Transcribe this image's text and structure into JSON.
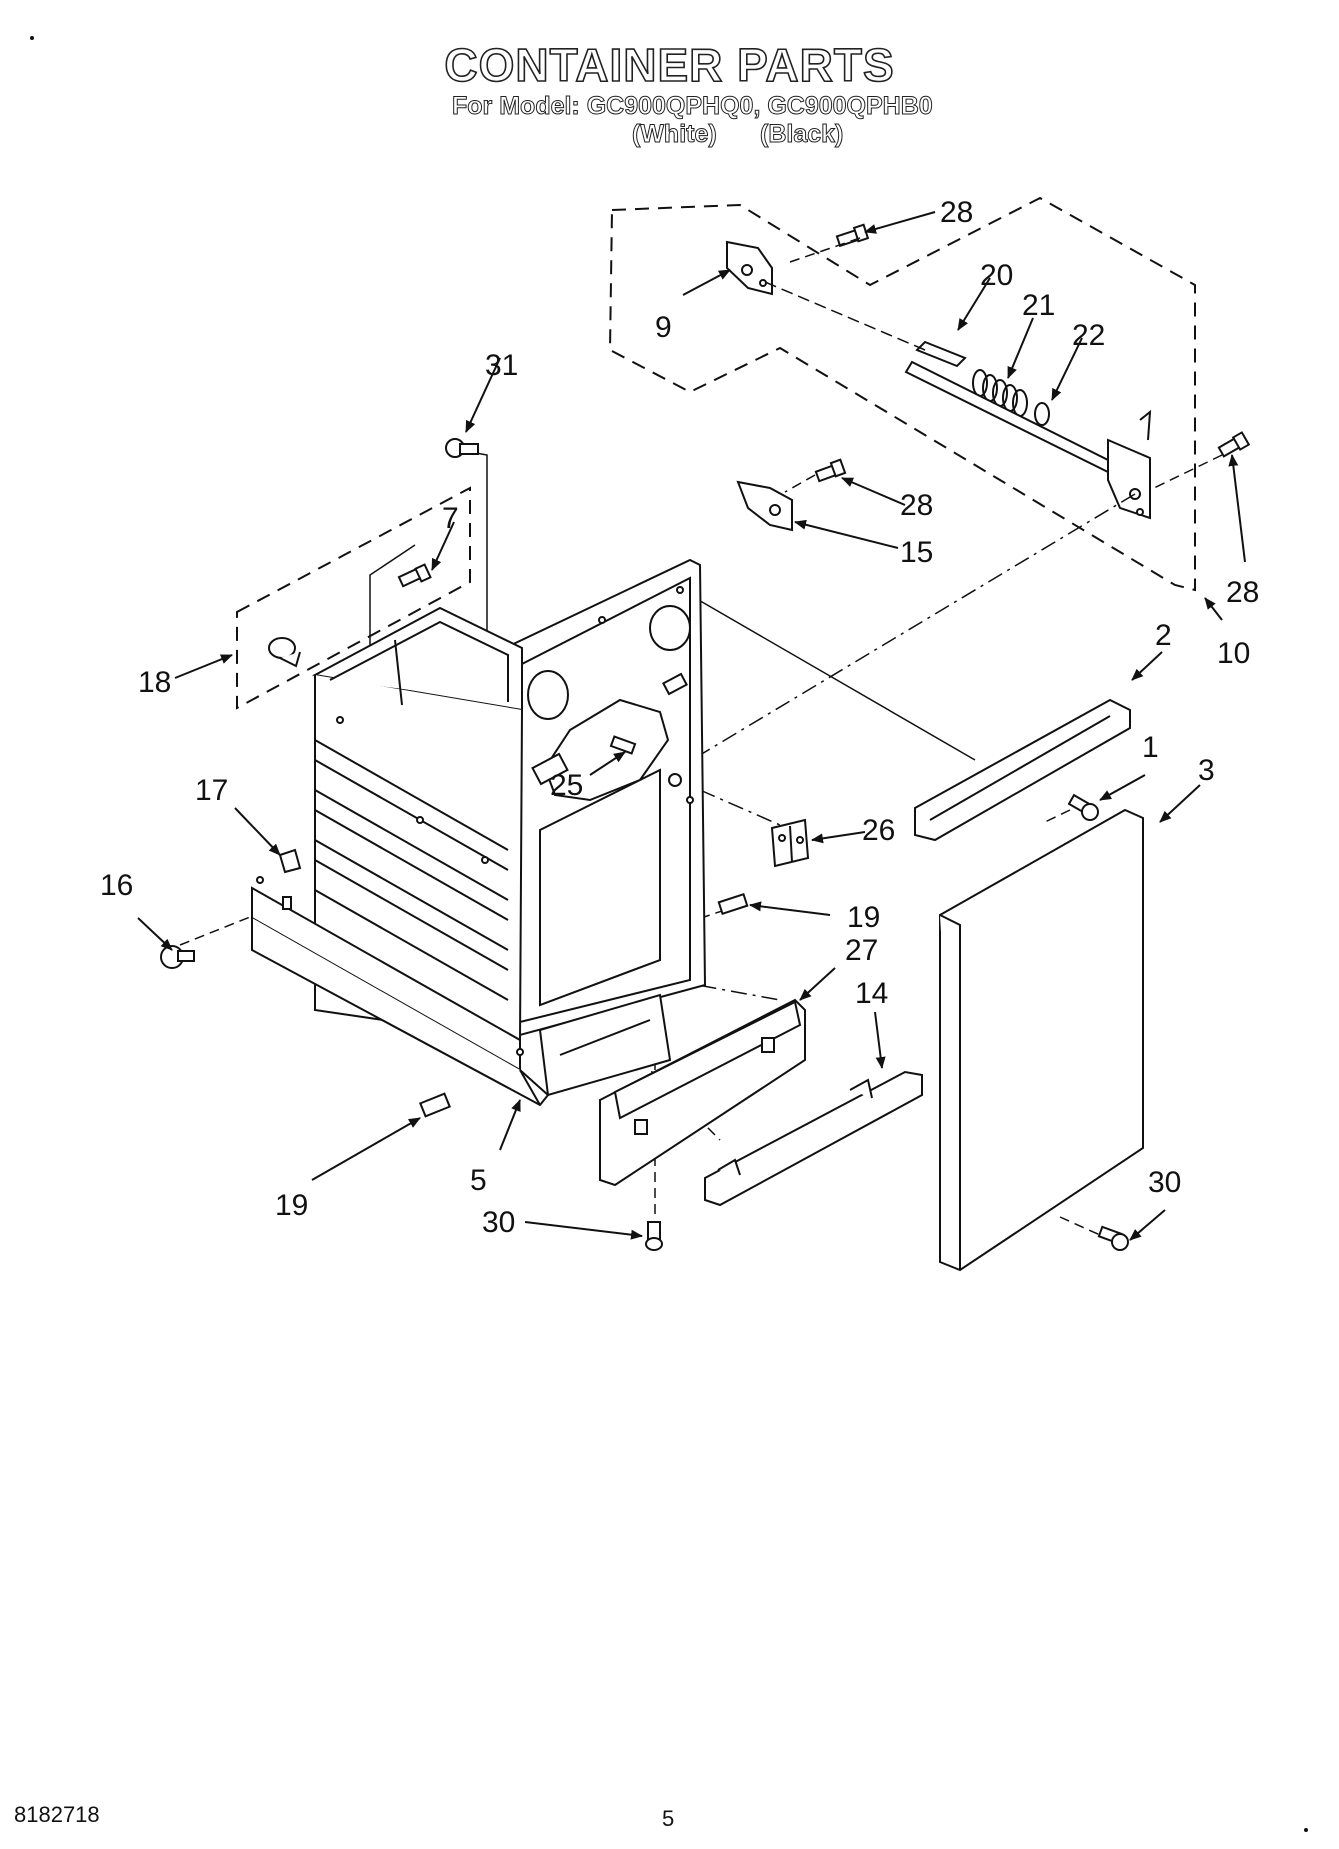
{
  "header": {
    "title": "CONTAINER PARTS",
    "model_line": "For Model: GC900QPHQ0, GC900QPHB0",
    "variant_white": "(White)",
    "variant_black": "(Black)"
  },
  "callouts": {
    "c28a": "28",
    "c20": "20",
    "c21": "21",
    "c22": "22",
    "c9": "9",
    "c31": "31",
    "c28b": "28",
    "c15": "15",
    "c28c": "28",
    "c10": "10",
    "c7": "7",
    "c18": "18",
    "c2": "2",
    "c1": "1",
    "c3": "3",
    "c25": "25",
    "c26": "26",
    "c17": "17",
    "c16": "16",
    "c19a": "19",
    "c27": "27",
    "c14": "14",
    "c19b": "19",
    "c5": "5",
    "c30a": "30",
    "c30b": "30"
  },
  "footer": {
    "doc_number": "8182718",
    "page_number": "5"
  }
}
